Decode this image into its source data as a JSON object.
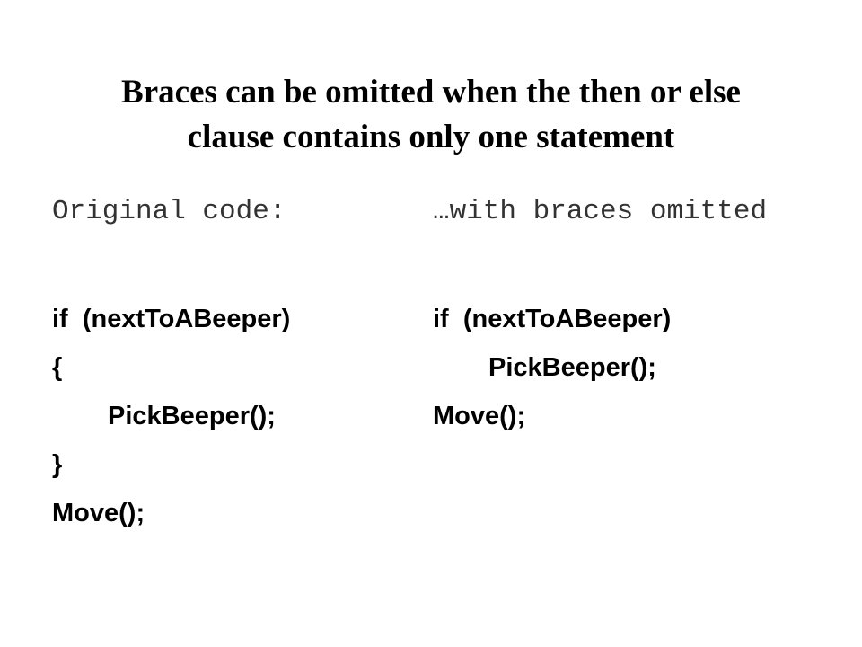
{
  "slide": {
    "title_line1": "Braces can be omitted when the then or else",
    "title_line2": "clause contains only one statement"
  },
  "left_column": {
    "header": "Original code:",
    "lines": [
      {
        "text": "if  (nextToABeeper)",
        "indent": false
      },
      {
        "text": "{",
        "indent": false
      },
      {
        "text": "PickBeeper();",
        "indent": true
      },
      {
        "text": "}",
        "indent": false
      },
      {
        "text": "Move();",
        "indent": false
      }
    ]
  },
  "right_column": {
    "header": "…with braces omitted",
    "lines": [
      {
        "text": "if  (nextToABeeper)",
        "indent": false
      },
      {
        "text": "PickBeeper();",
        "indent": true
      },
      {
        "text": "Move();",
        "indent": false
      }
    ]
  }
}
